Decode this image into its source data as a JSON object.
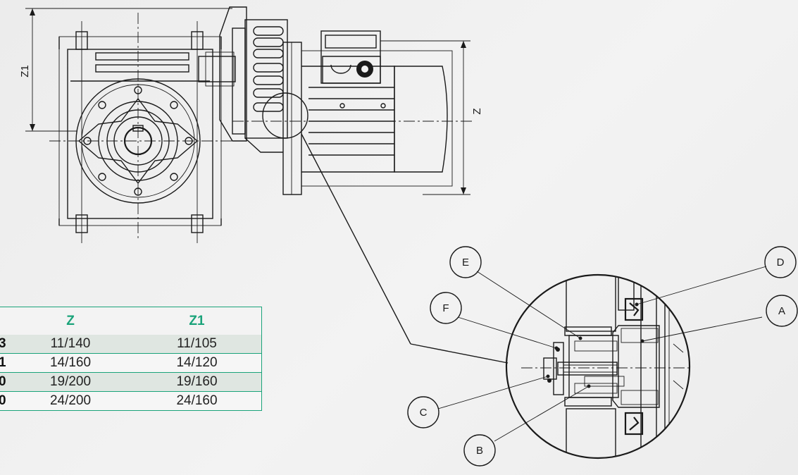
{
  "drawing": {
    "dimensions": {
      "z": "Z",
      "z1": "Z1"
    },
    "callouts": [
      "A",
      "B",
      "C",
      "D",
      "E",
      "F"
    ]
  },
  "table": {
    "headers": {
      "size": "",
      "z": "Z",
      "z1": "Z1"
    },
    "rows": [
      {
        "size": "3",
        "z": "11/140",
        "z1": "11/105"
      },
      {
        "size": "1",
        "z": "14/160",
        "z1": "14/120"
      },
      {
        "size": "0",
        "z": "19/200",
        "z1": "19/160"
      },
      {
        "size": "0",
        "z": "24/200",
        "z1": "24/160"
      }
    ]
  },
  "colors": {
    "accent": "#1aa37a",
    "line": "#1a1a1a",
    "row_alt": "#dfe6e1"
  }
}
